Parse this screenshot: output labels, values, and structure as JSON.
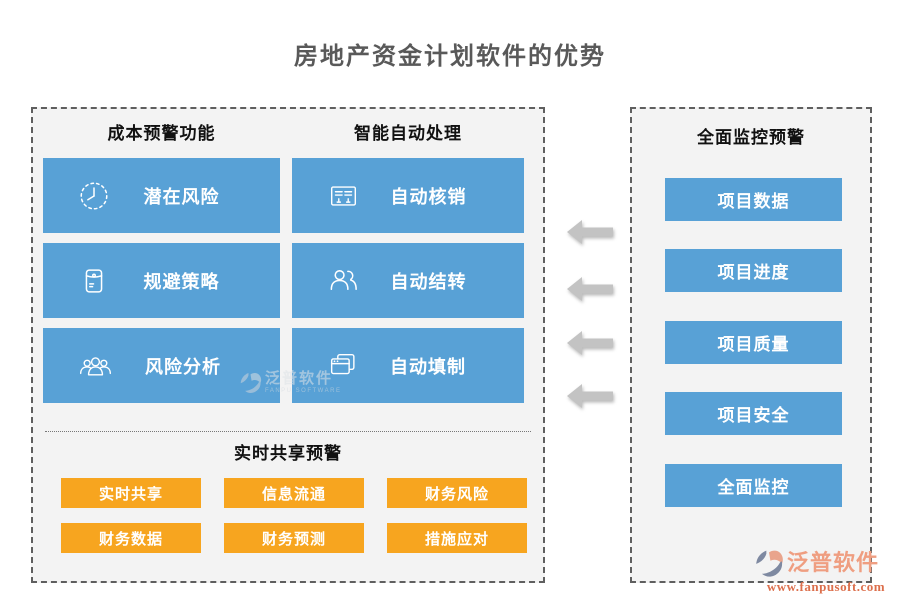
{
  "title": "房地产资金计划软件的优势",
  "left_panel": {
    "sections": [
      {
        "header": "成本预警功能",
        "items": [
          {
            "icon": "clock-icon",
            "label": "潜在风险"
          },
          {
            "icon": "wallet-icon",
            "label": "规避策略"
          },
          {
            "icon": "people-group-icon",
            "label": "风险分析"
          }
        ]
      },
      {
        "header": "智能自动处理",
        "items": [
          {
            "icon": "id-card-icon",
            "label": "自动核销"
          },
          {
            "icon": "two-people-icon",
            "label": "自动结转"
          },
          {
            "icon": "overlapping-windows-icon",
            "label": "自动填制"
          }
        ]
      }
    ],
    "share_section": {
      "header": "实时共享预警",
      "buttons": [
        "实时共享",
        "信息流通",
        "财务风险",
        "财务数据",
        "财务预测",
        "措施应对"
      ]
    }
  },
  "right_panel": {
    "header": "全面监控预警",
    "buttons": [
      "项目数据",
      "项目进度",
      "项目质量",
      "项目安全",
      "全面监控"
    ]
  },
  "arrows": {
    "count": 4,
    "direction": "left"
  },
  "watermark": {
    "text": "泛普软件",
    "subtext": "FANPU SOFTWARE"
  },
  "footer_logo": {
    "name": "泛普软件",
    "url": "www.fanpusoft.com"
  },
  "colors": {
    "blue": "#58A1D6",
    "orange": "#F7A51F",
    "arrow_gray": "#C3C3C3",
    "panel_bg": "#F3F3F3",
    "title_gray": "#595959",
    "logo_blue_gray": "#7E89A1",
    "logo_salmon": "#E9A48C",
    "logo_text": "#EF9E81",
    "logo_url": "#DC6F4C"
  }
}
